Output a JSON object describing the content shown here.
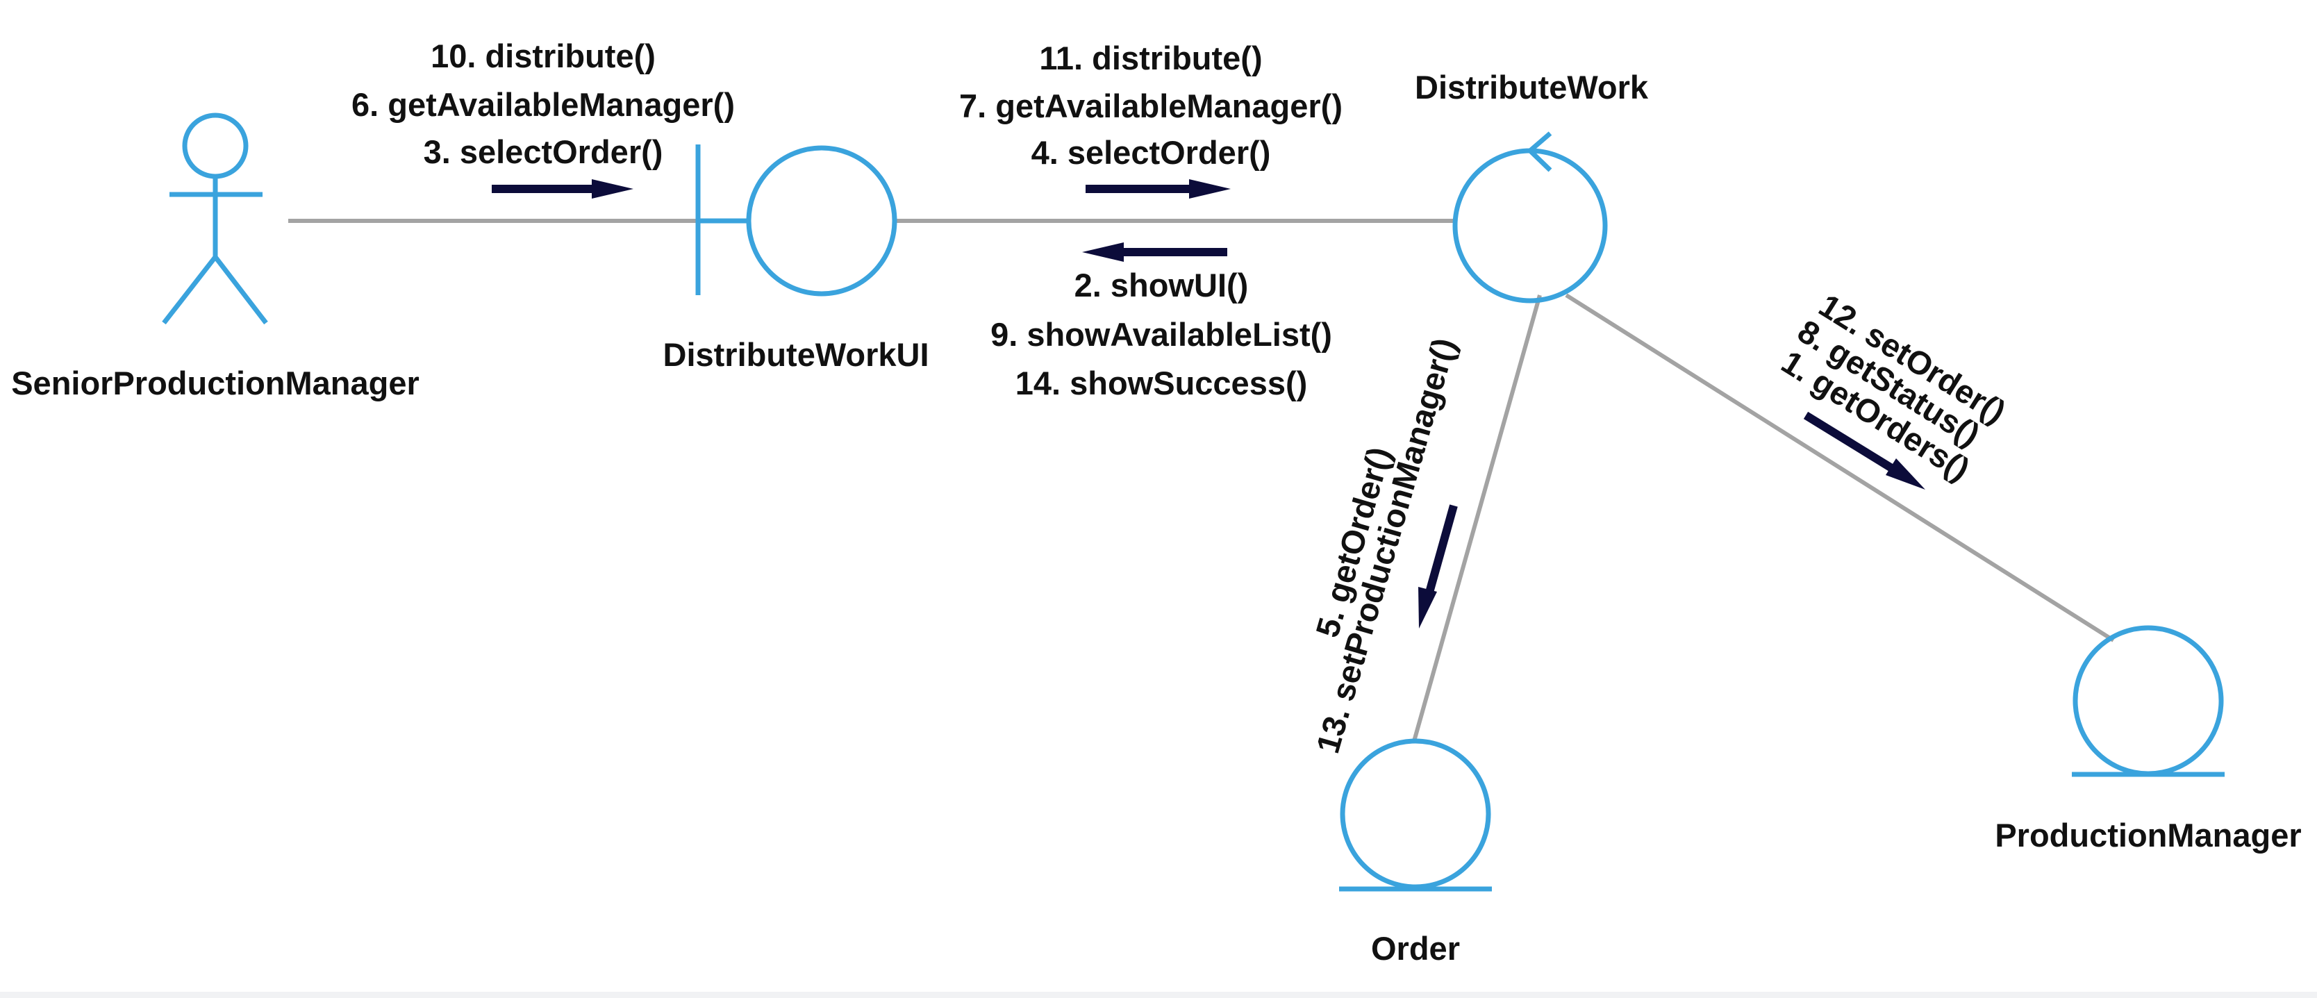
{
  "colors": {
    "shape": "#3aa3dd",
    "link": "#a3a3a3",
    "arrow": "#0c0c3a",
    "text": "#111111"
  },
  "nodes": {
    "actor": {
      "label": "SeniorProductionManager",
      "kind": "actor"
    },
    "boundary": {
      "label": "DistributeWorkUI",
      "kind": "boundary"
    },
    "control": {
      "label": "DistributeWork",
      "kind": "control"
    },
    "order_entity": {
      "label": "Order",
      "kind": "entity"
    },
    "pm_entity": {
      "label": "ProductionManager",
      "kind": "entity"
    }
  },
  "links": {
    "actor_to_ui": {
      "messages": [
        "10. distribute()",
        "6. getAvailableManager()",
        "3. selectOrder()"
      ]
    },
    "ui_to_control_forward": {
      "messages": [
        "11. distribute()",
        "7. getAvailableManager()",
        "4. selectOrder()"
      ]
    },
    "control_to_ui_return": {
      "messages": [
        "2. showUI()",
        "9. showAvailableList()",
        "14. showSuccess()"
      ]
    },
    "control_to_order": {
      "messages": [
        "5. getOrder()",
        "13. setProductionManager()"
      ]
    },
    "control_to_pm": {
      "messages": [
        "12. setOrder()",
        "8. getStatus()",
        "1. getOrders()"
      ]
    }
  }
}
